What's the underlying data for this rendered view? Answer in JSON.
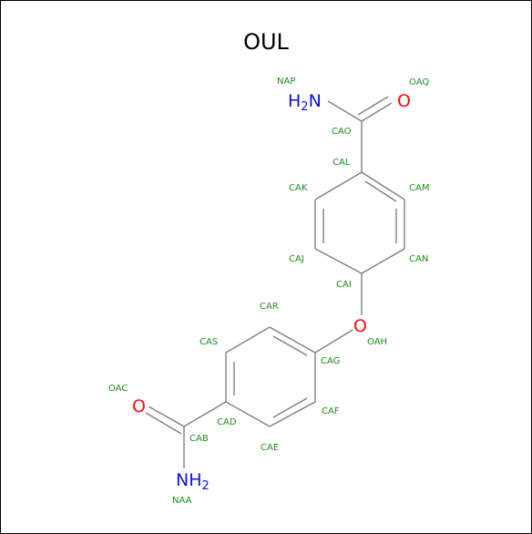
{
  "title": "OUL",
  "colors": {
    "bond": "#7f7f7f",
    "label": "#1e8c1e",
    "oxygen": "#ff0d0d",
    "nitrogen": "#1010e0",
    "border": "#000000"
  },
  "atom_labels": [
    "NAP",
    "OAQ",
    "CAO",
    "CAL",
    "CAK",
    "CAM",
    "CAJ",
    "CAN",
    "CAI",
    "CAR",
    "OAH",
    "CAS",
    "CAG",
    "OAC",
    "CAD",
    "CAF",
    "CAB",
    "CAE",
    "NAA"
  ],
  "heteroatoms": {
    "o_top": "O",
    "o_ether": "O",
    "o_bottom": "O",
    "n_top_main": "H",
    "n_top_sub": "2",
    "n_top_tail": "N",
    "n_bottom_main": "NH",
    "n_bottom_sub": "2"
  }
}
